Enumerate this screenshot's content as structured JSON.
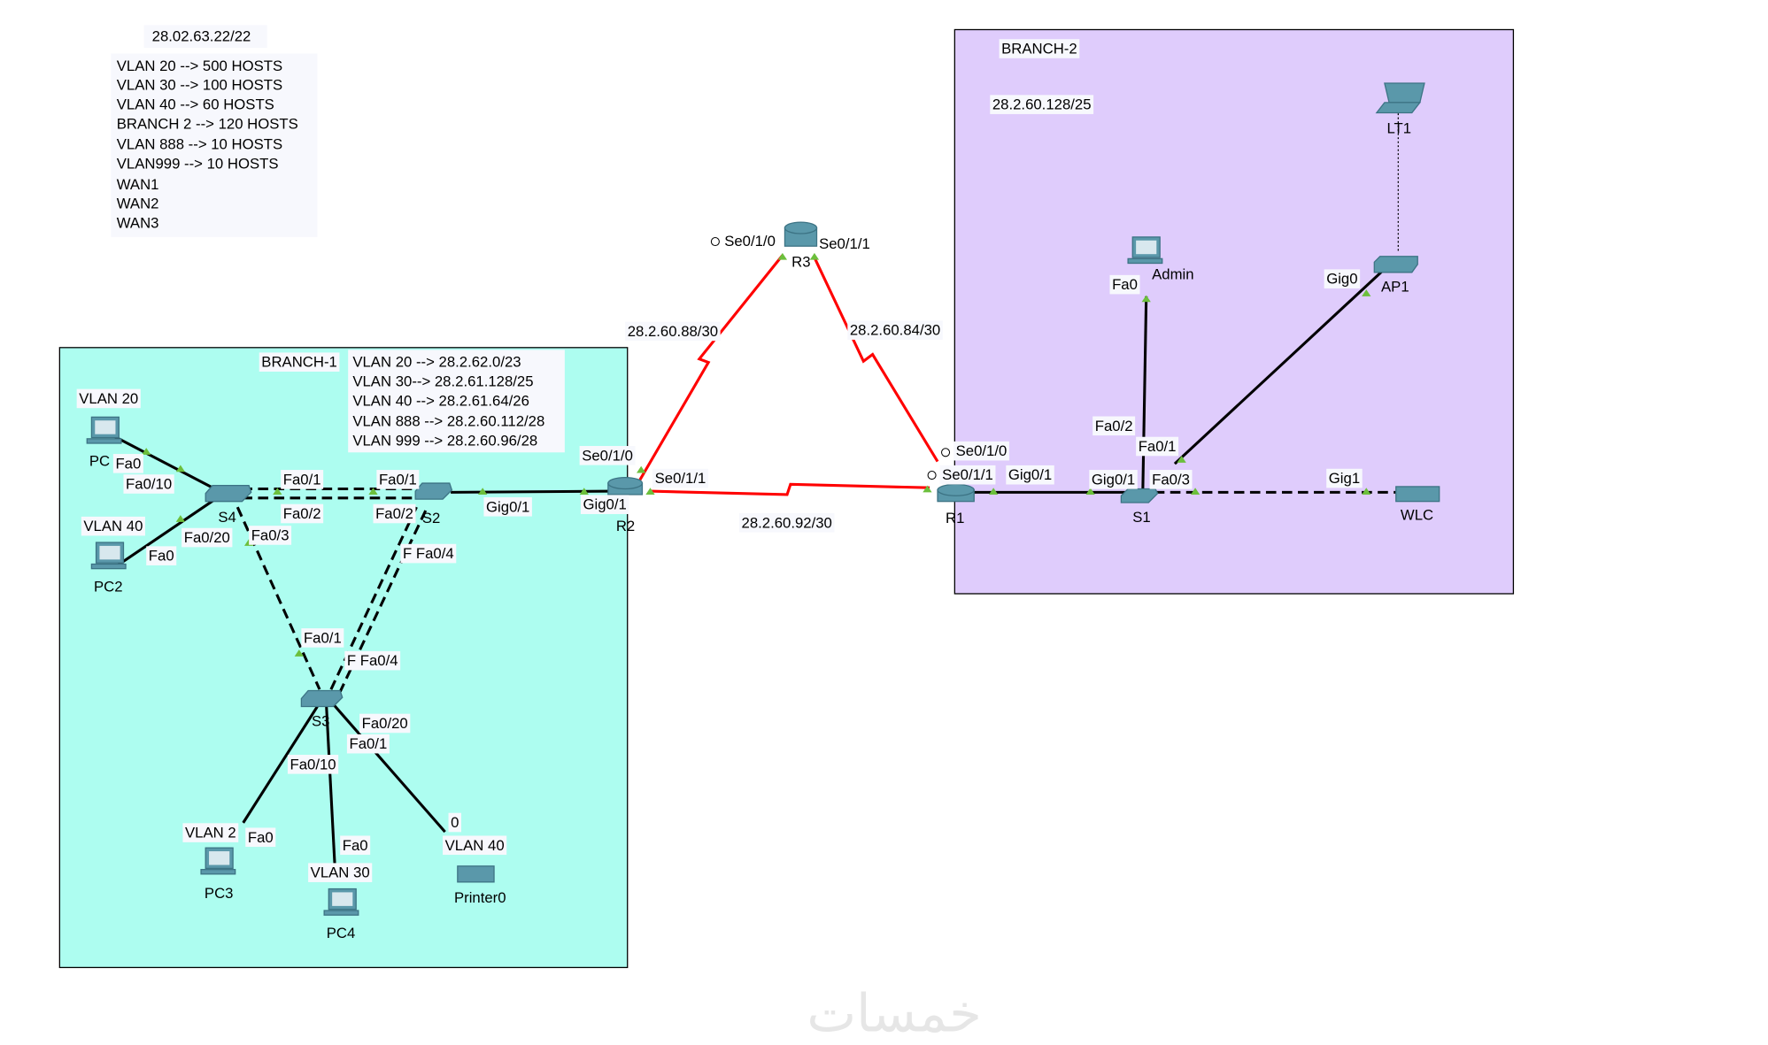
{
  "notes": {
    "title": "28.02.63.22/22",
    "lines": [
      "VLAN 20 --> 500 HOSTS",
      "VLAN 30 --> 100 HOSTS",
      "VLAN 40 --> 60 HOSTS",
      "BRANCH 2 --> 120 HOSTS",
      "VLAN 888 --> 10 HOSTS",
      "VLAN999 --> 10 HOSTS",
      "WAN1",
      "WAN2",
      "WAN3"
    ]
  },
  "branch1": {
    "title": "BRANCH-1",
    "color": "#adfdf0",
    "subnets": [
      "VLAN 20 --> 28.2.62.0/23",
      "VLAN 30--> 28.2.61.128/25",
      "VLAN 40 --> 28.2.61.64/26",
      "VLAN 888 --> 28.2.60.112/28",
      "VLAN 999 --> 28.2.60.96/28"
    ],
    "devices": {
      "pc1": "PC",
      "pc2": "PC2",
      "pc3": "PC3",
      "pc4": "PC4",
      "printer": "Printer0",
      "s4": "S4",
      "s2": "S2",
      "s3": "S3",
      "r2": "R2"
    },
    "vlan_tags": {
      "pc1": "VLAN 20",
      "pc2": "VLAN 40",
      "pc3": "VLAN 2",
      "pc4": "VLAN 30",
      "printer": "VLAN 40",
      "printer_port": "0"
    },
    "ports": [
      "Fa0",
      "Fa0/10",
      "Fa0/20",
      "Fa0",
      "Fa0/3",
      "Fa0/1",
      "Fa0/2",
      "Fa0/1",
      "Fa0/2",
      "Gig0/1",
      "Gig0/1",
      "Se0/1/0",
      "Se0/1/1",
      "F Fa0/4",
      "Fa0/1",
      "F Fa0/4",
      "Fa0/20",
      "Fa0/1",
      "Fa0/10",
      "Fa0",
      "Fa0"
    ]
  },
  "wan": {
    "r3": "R3",
    "r3_ports": [
      "Se0/1/0",
      "Se0/1/1"
    ],
    "links": [
      "28.2.60.88/30",
      "28.2.60.84/30",
      "28.2.60.92/30"
    ],
    "link_color": "#ff0000"
  },
  "branch2": {
    "title": "BRANCH-2",
    "subnet": "28.2.60.128/25",
    "color": "#dfccfc",
    "devices": {
      "r1": "R1",
      "s1": "S1",
      "admin": "Admin",
      "ap1": "AP1",
      "lt1": "LT1",
      "wlc": "WLC"
    },
    "ports": [
      "Se0/1/0",
      "Se0/1/1",
      "Gig0/1",
      "Gig0/1",
      "Fa0/3",
      "Fa0/2",
      "Fa0/1",
      "Fa0",
      "Gig0",
      "Gig1"
    ]
  },
  "watermark": "خمسات"
}
